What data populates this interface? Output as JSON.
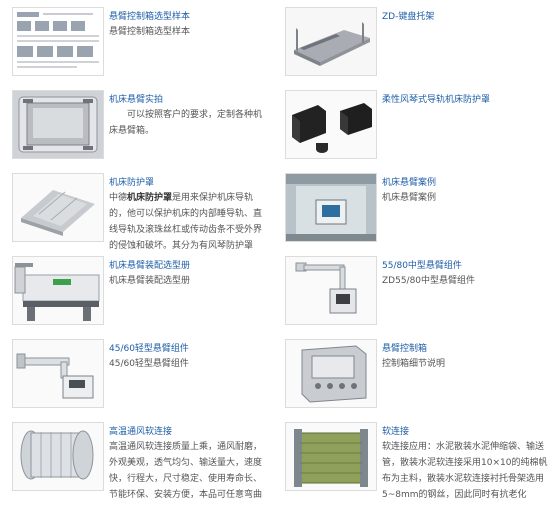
{
  "items": [
    {
      "title": "悬臂控制箱选型样本",
      "desc": "悬臂控制箱选型样本",
      "icon": "catalog-sheet-icon"
    },
    {
      "title": "ZD-键盘托架",
      "desc": "",
      "icon": "keyboard-tray-icon"
    },
    {
      "title": "机床悬臂实拍",
      "desc": "可以按照客户的要求，定制各种机床悬臂箱。",
      "icon": "machine-enclosure-photo-icon"
    },
    {
      "title": "柔性风琴式导轨机床防护罩",
      "desc": "",
      "icon": "bellows-cover-icon"
    },
    {
      "title": "机床防护罩",
      "desc_strong": "机床防护罩",
      "desc_prefix": "中德",
      "desc": "是用来保护机床导轨的，他可以保护机床的内部睡导轨、直线导轨及滚珠丝杠或传动齿条不受外界的侵蚀和破坏。其分为有风琴防护罩",
      "icon": "steel-cover-icon"
    },
    {
      "title": "机床悬臂案例",
      "desc": "机床悬臂案例",
      "icon": "machine-case-icon"
    },
    {
      "title": "机床悬臂装配选型册",
      "desc": "机床悬臂装配选型册",
      "icon": "machine-assembly-icon"
    },
    {
      "title": "55/80中型悬臂组件",
      "desc": "ZD55/80中型悬臂组件",
      "icon": "medium-arm-icon"
    },
    {
      "title": "45/60轻型悬臂组件",
      "desc": "45/60轻型悬臂组件",
      "icon": "light-arm-icon"
    },
    {
      "title": "悬臂控制箱",
      "desc": "控制箱细节说明",
      "icon": "control-box-icon"
    },
    {
      "title": "高温通风软连接",
      "desc": "高温通风软连接质量上乘，通风耐磨，外观美观，透气均匀、输送量大，速度快，行程大，尺寸稳定、使用寿命长、节能环保、安装方便，本品可任意弯曲",
      "icon": "flex-duct-icon"
    },
    {
      "title": "软连接",
      "desc": "软连接应用：水泥散装水泥伸缩袋、输送管，散装水泥软连接采用10×10的纯棉帆布为主料，散装水泥软连接衬托骨架选用5~8mm的钢丝，因此同时有抗老化",
      "icon": "soft-connector-icon"
    }
  ]
}
